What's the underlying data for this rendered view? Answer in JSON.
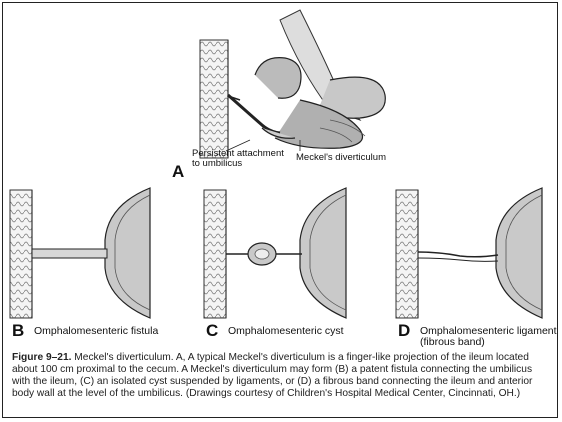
{
  "panel_a": {
    "letter": "A",
    "callout_attachment_line1": "Persistent attachment",
    "callout_attachment_line2": "to umbilicus",
    "callout_diverticulum": "Meckel's diverticulum"
  },
  "panel_b": {
    "letter": "B",
    "label": "Omphalomesenteric fistula"
  },
  "panel_c": {
    "letter": "C",
    "label": "Omphalomesenteric cyst"
  },
  "panel_d": {
    "letter": "D",
    "label_line1": "Omphalomesenteric ligament",
    "label_line2": "(fibrous band)"
  },
  "caption": {
    "figure_number": "Figure 9–21.",
    "text": " Meckel's diverticulum. A, A typical Meckel's diverticulum is a finger-like projection of the ileum located about 100 cm proximal to the cecum. A Meckel's diverticulum may form (B) a patent fistula connecting the umbilicus with the ileum, (C) an isolated cyst suspended by ligaments, or (D) a fibrous band connecting the ileum and anterior body wall at the level of the umbilicus. (Drawings courtesy of Children's Hospital Medical Center, Cincinnati, OH.)"
  }
}
